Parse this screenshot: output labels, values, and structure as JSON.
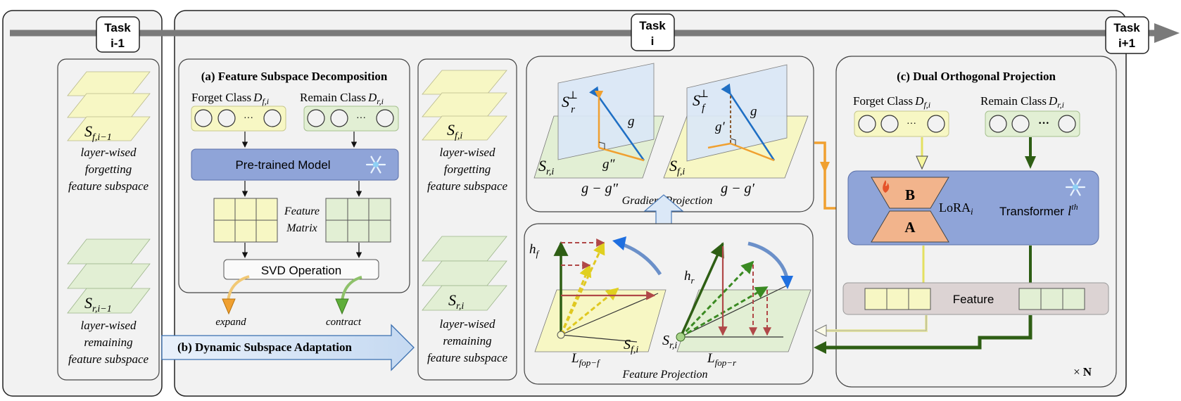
{
  "tasks": {
    "prev": [
      "Task",
      "i-1"
    ],
    "current": [
      "Task",
      "i"
    ],
    "next": [
      "Task",
      "i+1"
    ]
  },
  "left_panel": {
    "forget_label": "S",
    "forget_sub": "f,i−1",
    "forget_caption": [
      "layer-wised",
      "forgetting",
      "feature subspace"
    ],
    "remain_label": "S",
    "remain_sub": "r,i−1",
    "remain_caption": [
      "layer-wised",
      "remaining",
      "feature subspace"
    ]
  },
  "panel_a": {
    "title": "(a) Feature Subspace Decomposition",
    "forget_class": "Forget Class",
    "forget_D": "D",
    "forget_D_sub": "f,i",
    "remain_class": "Remain Class",
    "remain_D": "D",
    "remain_D_sub": "r,i",
    "dots": "···",
    "model": "Pre-trained Model",
    "feature_matrix": [
      "Feature",
      "Matrix"
    ],
    "svd": "SVD Operation",
    "expand": "expand",
    "contract": "contract"
  },
  "panel_b": {
    "title": "(b) Dynamic Subspace Adaptation"
  },
  "middle_panel": {
    "forget_label": "S",
    "forget_sub": "f,i",
    "forget_caption": [
      "layer-wised",
      "forgetting",
      "feature subspace"
    ],
    "remain_label": "S",
    "remain_sub": "r,i",
    "remain_caption": [
      "layer-wised",
      "remaining",
      "feature subspace"
    ]
  },
  "gradient_panel": {
    "caption": "Gradient Projection",
    "left": {
      "plane_top": "S",
      "plane_top_sup": "⊥",
      "plane_top_sub": "r",
      "plane_bottom": "S",
      "plane_bottom_sub": "r,i",
      "g": "g",
      "g2": "g″",
      "below": "g − g″"
    },
    "right": {
      "plane_top": "S",
      "plane_top_sup": "⊥",
      "plane_top_sub": "f",
      "plane_bottom": "S",
      "plane_bottom_sub": "f,i",
      "g": "g",
      "g1": "g′",
      "below": "g − g′"
    }
  },
  "feature_panel": {
    "caption": "Feature Projection",
    "hf": "h",
    "hf_sub": "f",
    "hr": "h",
    "hr_sub": "r",
    "sf": "S",
    "sf_sub": "f,i",
    "sr": "S",
    "sr_sub": "r,i",
    "lf": "L",
    "lf_sub": "fop−f",
    "lr": "L",
    "lr_sub": "fop−r"
  },
  "panel_c": {
    "title": "(c) Dual Orthogonal Projection",
    "forget_class": "Forget Class",
    "forget_D": "D",
    "forget_D_sub": "f,i",
    "remain_class": "Remain Class",
    "remain_D": "D",
    "remain_D_sub": "r,i",
    "dots": "···",
    "B": "B",
    "A": "A",
    "lora": "LoRA",
    "lora_sub": "i",
    "transformer": "Transformer",
    "transformer_l": "l",
    "transformer_sup": "th",
    "feature": "Feature",
    "times": "×",
    "N": "N"
  },
  "colors": {
    "yellow": "#f7f7c4",
    "green": "#e2efd4",
    "blue_plane": "#dbe8f7",
    "model_blue": "#8fa4d8",
    "lora_orange": "#f2b48c",
    "feature_gray": "#dcd3d3",
    "axis_gray": "#7a7a7a",
    "dark_green": "#2e5e14",
    "orange": "#f0a030"
  }
}
